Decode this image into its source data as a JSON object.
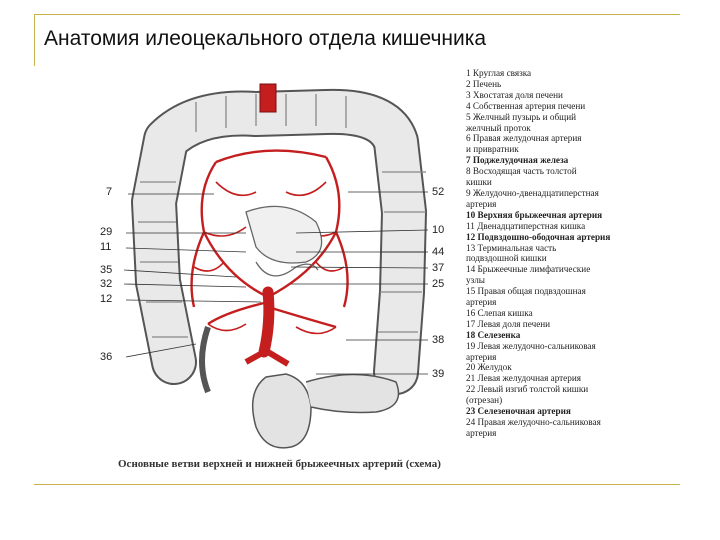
{
  "title": "Анатомия илеоцекального отдела кишечника",
  "callouts": {
    "left": [
      "7",
      "29",
      "11",
      "35",
      "32",
      "12",
      "36"
    ],
    "right": [
      "52",
      "10",
      "44",
      "37",
      "25",
      "38",
      "39"
    ]
  },
  "legend": [
    {
      "text": "1 Круглая связка",
      "bold": false
    },
    {
      "text": "2 Печень",
      "bold": false
    },
    {
      "text": "3 Хвостатая доля печени",
      "bold": false
    },
    {
      "text": "4 Собственная артерия печени",
      "bold": false
    },
    {
      "text": "5 Желчный пузырь и общий",
      "bold": false
    },
    {
      "text": "   желчный проток",
      "bold": false
    },
    {
      "text": "6 Правая желудочная артерия",
      "bold": false
    },
    {
      "text": "   и привратник",
      "bold": false
    },
    {
      "text": "7 Поджелудочная железа",
      "bold": true
    },
    {
      "text": "8 Восходящая часть толстой",
      "bold": false
    },
    {
      "text": "   кишки",
      "bold": false
    },
    {
      "text": "9 Желудочно-двенадцатиперстная",
      "bold": false
    },
    {
      "text": "   артерия",
      "bold": false
    },
    {
      "text": "10 Верхняя брыжеечная артерия",
      "bold": true
    },
    {
      "text": "11 Двенадцатиперстная кишка",
      "bold": false
    },
    {
      "text": "12 Подвздошно-ободочная артерия",
      "bold": true
    },
    {
      "text": "13 Терминальная часть",
      "bold": false
    },
    {
      "text": "   подвздошной кишки",
      "bold": false
    },
    {
      "text": "14 Брыжеечные лимфатические",
      "bold": false
    },
    {
      "text": "   узлы",
      "bold": false
    },
    {
      "text": "15 Правая общая подвздошная",
      "bold": false
    },
    {
      "text": "   артерия",
      "bold": false
    },
    {
      "text": "16 Слепая кишка",
      "bold": false
    },
    {
      "text": "17 Левая доля печени",
      "bold": false
    },
    {
      "text": "18 Селезенка",
      "bold": true
    },
    {
      "text": "19 Левая желудочно-сальниковая",
      "bold": false
    },
    {
      "text": "   артерия",
      "bold": false
    },
    {
      "text": "20 Желудок",
      "bold": false
    },
    {
      "text": "21 Левая желудочная артерия",
      "bold": false
    },
    {
      "text": "22 Левый изгиб толстой кишки",
      "bold": false
    },
    {
      "text": "   (отрезан)",
      "bold": false
    },
    {
      "text": "23 Селезеночная артерия",
      "bold": true
    },
    {
      "text": "24 Правая желудочно-сальниковая",
      "bold": false
    },
    {
      "text": "   артерия",
      "bold": false
    }
  ],
  "caption": "Основные ветви верхней и нижней брыжеечных артерий (схема)",
  "colors": {
    "artery": "#c41e1e",
    "bowel_fill": "#e9e9e9",
    "bowel_stroke": "#555555",
    "frame": "#c9b24a"
  }
}
